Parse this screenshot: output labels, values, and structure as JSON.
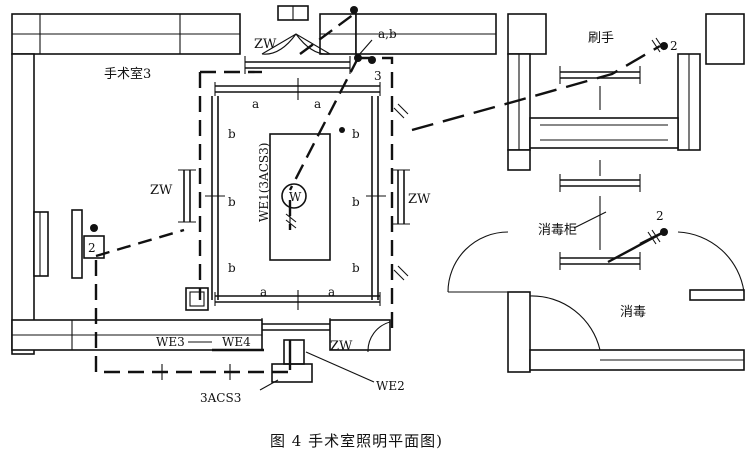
{
  "labels": {
    "room_operating": "手术室3",
    "room_scrub": "刷手",
    "room_cabinet": "消毒柜",
    "room_disinfect": "消毒",
    "zw_top": "ZW",
    "zw_left": "ZW",
    "zw_right": "ZW",
    "zw_bottom": "ZW",
    "ab_top": "a,b",
    "num3": "3",
    "num2_top": "2",
    "num2_right": "2",
    "num2_left": "2",
    "a_tl": "a",
    "a_tr": "a",
    "a_bl": "a",
    "a_br": "a",
    "b_l1": "b",
    "b_l2": "b",
    "b_l3": "b",
    "b_r1": "b",
    "b_r2": "b",
    "b_r3": "b",
    "we1": "WE1(3ACS3)",
    "w_symbol": "W",
    "we2": "WE2",
    "we3": "WE3",
    "we4": "WE4",
    "acs3": "3ACS3"
  },
  "caption": "图 4    手术室照明平面图)"
}
